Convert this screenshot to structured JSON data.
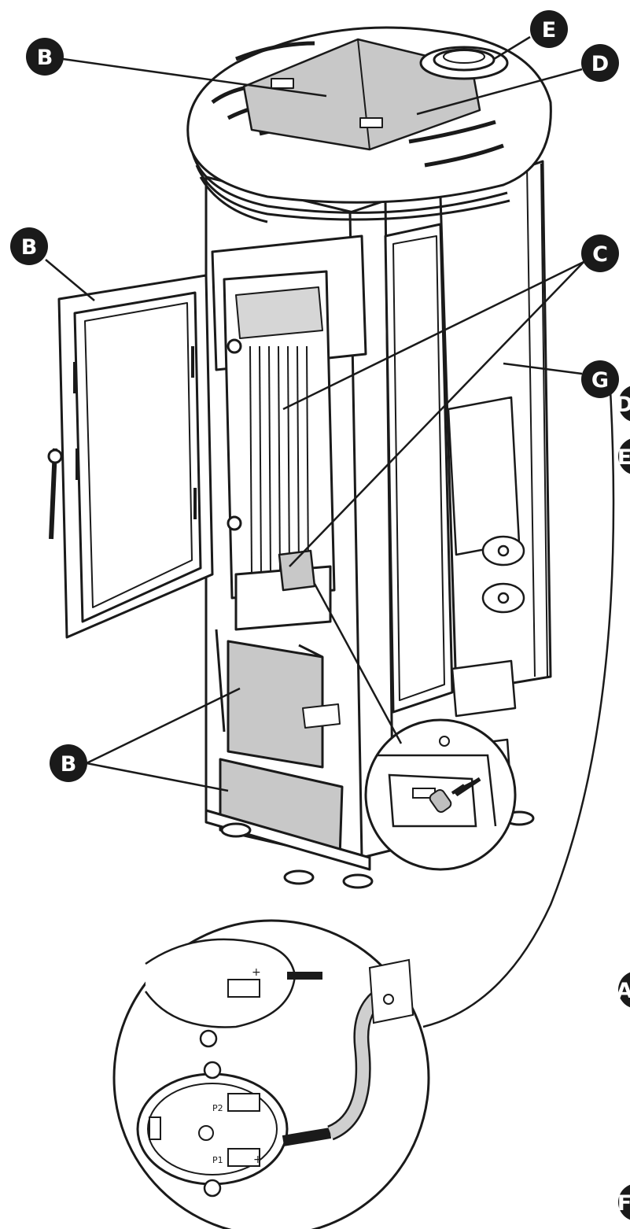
{
  "labels": {
    "b_top": "B",
    "d_top": "D",
    "e_top": "E",
    "b_door": "B",
    "c_right": "C",
    "d_side": "D",
    "e_side": "E",
    "g_right": "G",
    "b_lower": "B",
    "a_side": "A",
    "f_side": "F"
  },
  "colors": {
    "line": "#1a1a1a",
    "panel_fill": "#c8c8c8",
    "badge_fill": "#1a1a1a",
    "badge_text": "#ffffff",
    "outline_fill": "#ffffff"
  },
  "marker_text": {
    "hose_plus_top": "+",
    "hose_plus_bottom": "+",
    "hose_p2": "P2",
    "hose_p1": "P1"
  }
}
